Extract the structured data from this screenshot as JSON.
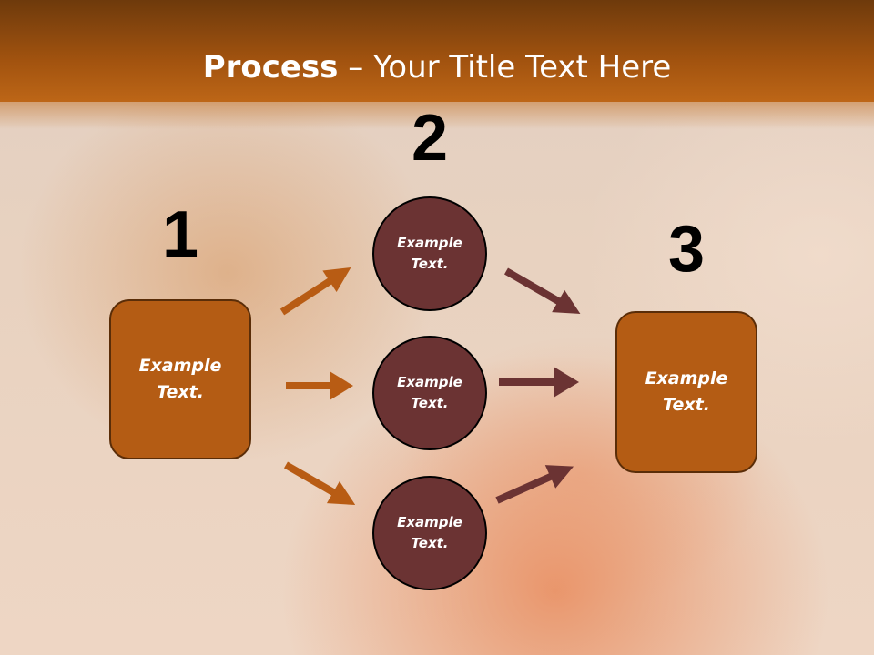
{
  "title": {
    "bold": "Process",
    "rest": " – Your Title Text Here"
  },
  "steps": {
    "one": "1",
    "two": "2",
    "three": "3"
  },
  "boxes": {
    "left": "Example\nText.",
    "right": "Example\nText."
  },
  "circles": {
    "top": "Example\nText.",
    "middle": "Example\nText.",
    "bottom": "Example\nText."
  },
  "colors": {
    "orange_arrow": "#b85c14",
    "brown_arrow": "#6b3333",
    "title_bar": "#a2530f"
  }
}
